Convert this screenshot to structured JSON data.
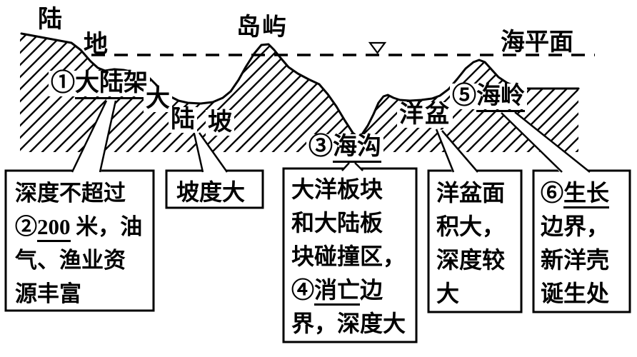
{
  "diagram": {
    "title_hint": "海底地形示意图",
    "colors": {
      "ink": "#000000",
      "background": "#ffffff"
    },
    "labels": {
      "land_char1": "陆",
      "land_char2": "地",
      "island": "岛屿",
      "sea_level": "海平面",
      "shelf_num": "①",
      "shelf": "大陆架",
      "slope_char1": "大",
      "slope_char2": "陆",
      "slope_char3": "坡",
      "trench_num": "③",
      "trench": "海沟",
      "basin": "洋盆",
      "ridge_num": "⑤",
      "ridge": "海岭"
    },
    "callouts": {
      "box1": {
        "l1": "深度不超过",
        "l2_pre": "②",
        "l2_u": "200",
        "l2_post": " 米，油",
        "l3": "气、渔业资",
        "l4": "源丰富"
      },
      "box2": {
        "l1": "坡度大"
      },
      "box3": {
        "l1": "大洋板块",
        "l2": "和大陆板",
        "l3": "块碰撞区，",
        "l4_pre": "④",
        "l4_u": "消亡",
        "l4_post": "边",
        "l5": "界，深度大"
      },
      "box4": {
        "l1": "洋盆面",
        "l2": "积大，",
        "l3": "深度较",
        "l4": "大"
      },
      "box5": {
        "l1_pre": "⑥",
        "l1_u": "生长",
        "l2": "边界，",
        "l3": "新洋壳",
        "l4": "诞生处"
      }
    }
  }
}
